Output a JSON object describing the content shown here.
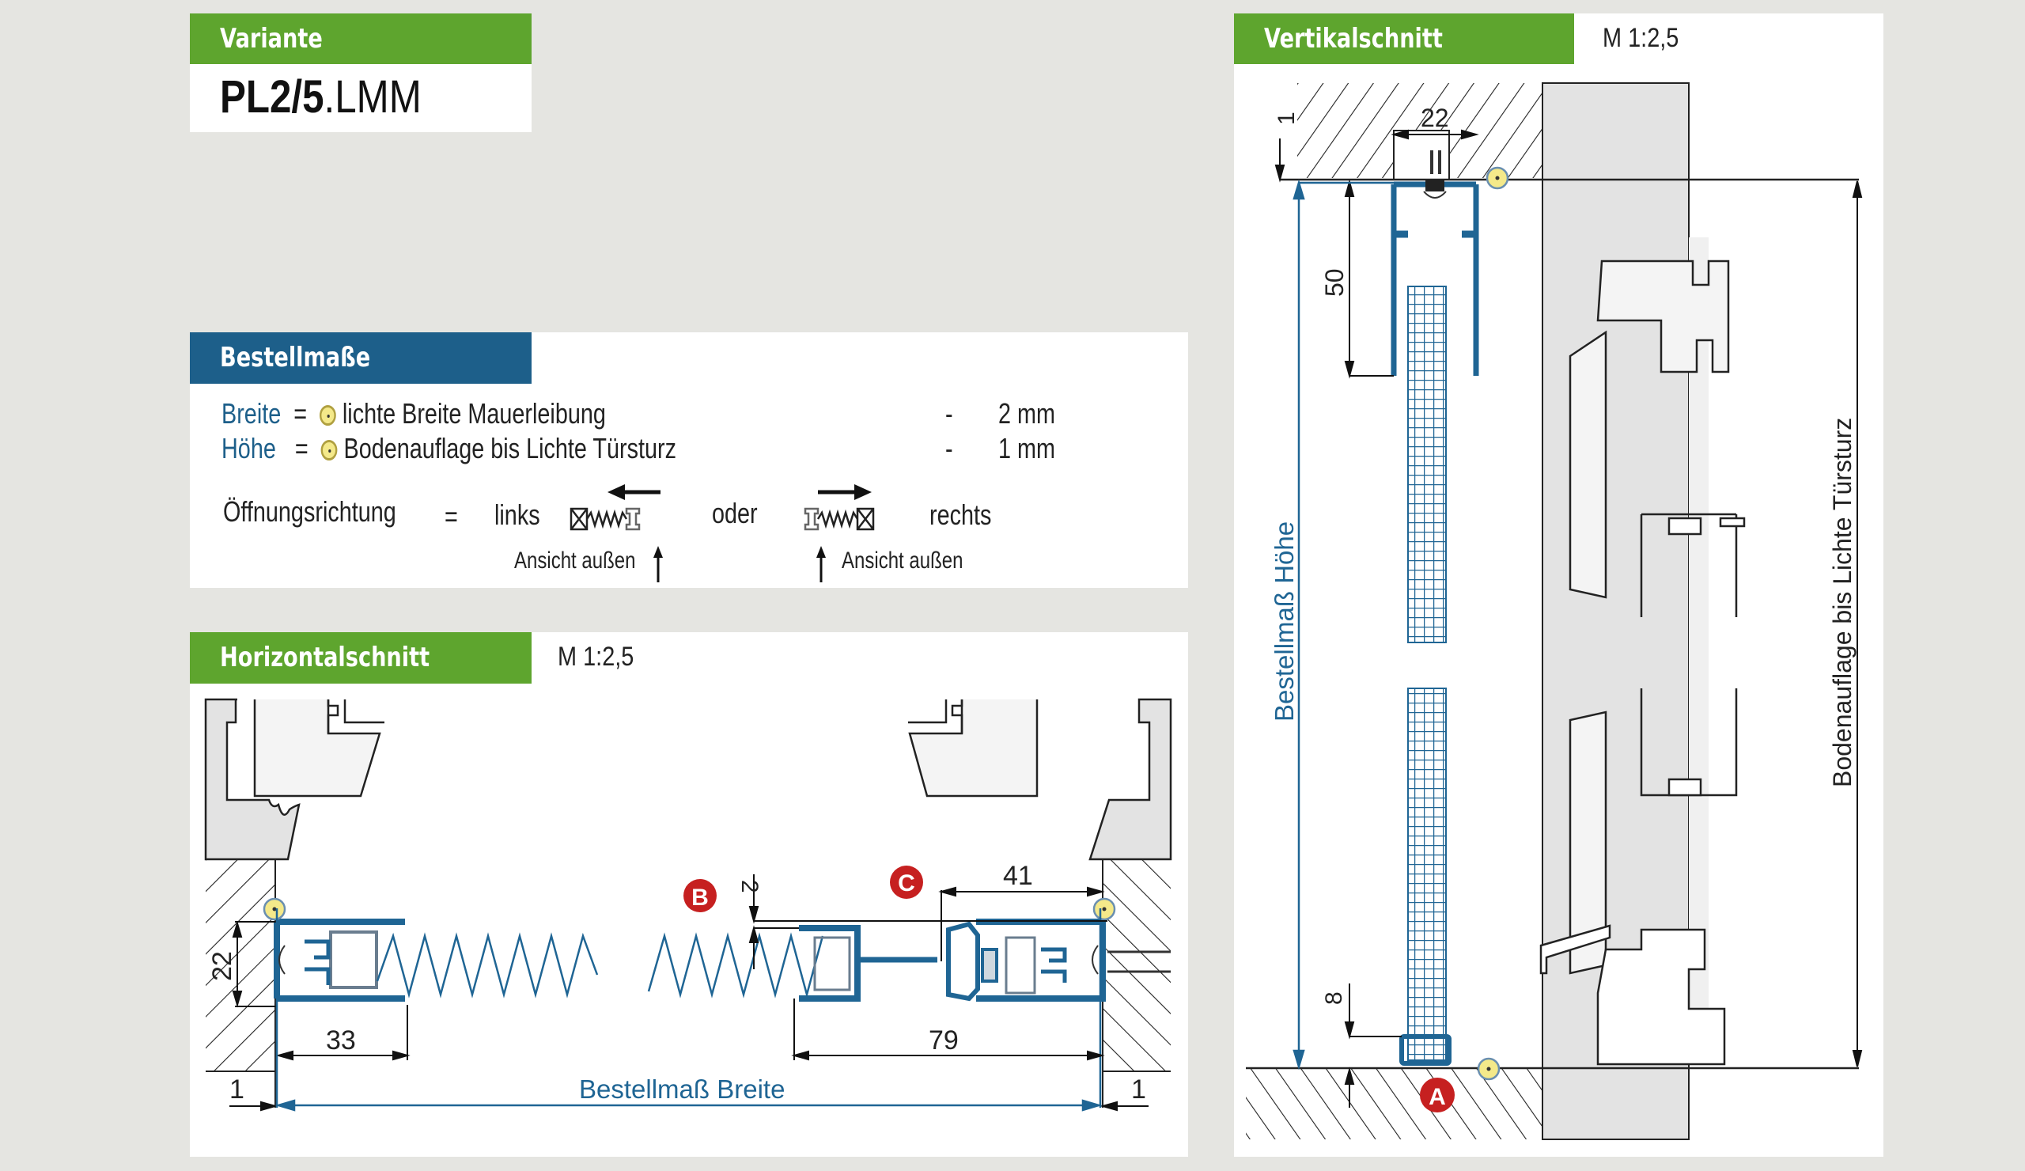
{
  "variante": {
    "header": "Variante",
    "code_bold": "PL2/5",
    "code_rest": ".LMM"
  },
  "bestellmasse": {
    "header": "Bestellmaße",
    "rows": [
      {
        "label": "Breite",
        "eq": "=",
        "text": "lichte Breite Mauerleibung",
        "minus": "-",
        "value": "2 mm"
      },
      {
        "label": "Höhe",
        "eq": "=",
        "text": "Bodenauflage bis Lichte Türsturz",
        "minus": "-",
        "value": "1 mm"
      }
    ],
    "opening": {
      "label": "Öffnungsrichtung",
      "eq": "=",
      "left": "links",
      "or": "oder",
      "right": "rechts",
      "view_left": "Ansicht außen",
      "view_right": "Ansicht außen"
    }
  },
  "horizontalschnitt": {
    "header": "Horizontalschnitt",
    "scale": "M 1:2,5",
    "dims": {
      "d22": "22",
      "d33": "33",
      "d1_left": "1",
      "d1_right": "1",
      "d2": "2",
      "d41": "41",
      "d79": "79"
    },
    "markers": {
      "b": "B",
      "c": "C"
    },
    "width_label": "Bestellmaß Breite"
  },
  "vertikalschnitt": {
    "header": "Vertikalschnitt",
    "scale": "M 1:2,5",
    "dims": {
      "d1": "1",
      "d22": "22",
      "d50": "50",
      "d8": "8"
    },
    "markers": {
      "a": "A"
    },
    "height_label": "Bestellmaß Höhe",
    "right_label": "Bodenauflage bis Lichte Türsturz"
  },
  "colors": {
    "green": "#5ea52e",
    "blue": "#1d5f8a",
    "profile_blue": "#1f6594",
    "marker_red": "#c62020",
    "symbol_yellow": "#f4e98a",
    "background": "#e5e5e1"
  }
}
